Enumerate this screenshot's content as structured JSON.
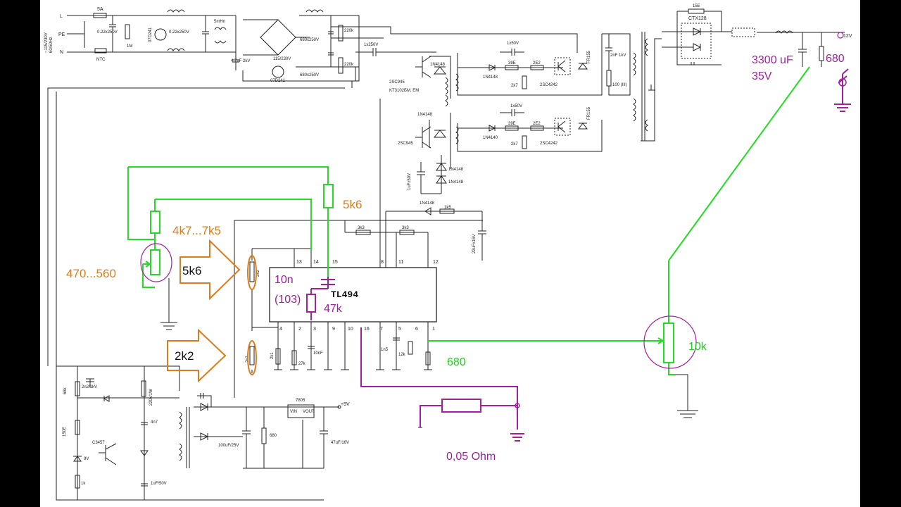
{
  "mains": {
    "label_l": "L",
    "label_pe": "PE",
    "label_n": "N",
    "voltage": "~115/230V",
    "freq": "60/50Hz",
    "fuse": "5A",
    "cap1": "0.22x250V",
    "r1m": "1M",
    "ntc": "NTC",
    "varistor": "07D241",
    "cap2": "0.22x250V",
    "choke": "5mHn",
    "cap_y": "4.7nF 2kV",
    "bulk_cap_top": "680x250V",
    "bulk_cap_bot": "680x250V",
    "r_top": "220k",
    "r_bot": "220k",
    "switch_label": "115/230V",
    "varistor2": "07D241",
    "cap_coupling": "1x250V"
  },
  "driver": {
    "transistor": "2SC945",
    "transistor_alt": "KT3102БМ, ЕМ",
    "diode_a": "1N4148",
    "diode_b": "1N4148",
    "transistor2": "2SC945",
    "cap": "1uFx50V",
    "diode_c": "1N4148",
    "diode_d": "1N4148",
    "diode_e": "1N4148",
    "r_1k5": "1k5",
    "cap_22": "22uFx16V"
  },
  "power_stage": {
    "cap_1x50_top": "1x50V",
    "r39_top": "39E",
    "r2e2_top": "2E2",
    "r2k7_top": "2k7",
    "d_top": "1N4148",
    "q_top": "2SC4242",
    "fr_top": "FR155",
    "cap_1x50_bot": "1x50V",
    "r39_bot": "39E",
    "r2e2_bot": "2E2",
    "r2k7_bot": "2k7",
    "d_bot": "1N4140",
    "q_bot": "2SC4242",
    "fr_bot": "FR155",
    "snubber_c": "2nF 1kV",
    "snubber_r": "100 (III)"
  },
  "output": {
    "r15e": "15E",
    "diode_pack": "CTX128",
    "vout": "12V"
  },
  "controller": {
    "ic": "TL494",
    "pins_top": [
      "13",
      "14",
      "15",
      "8",
      "11",
      "12"
    ],
    "pins_bottom": [
      "4",
      "2",
      "3",
      "9",
      "10",
      "16",
      "7",
      "5",
      "6",
      "1"
    ],
    "r3k3_a": "3k3",
    "r3k3_b": "3k3",
    "r2k2_a": "2k2",
    "r2k2_b": "2k2",
    "r2k1": "2k1",
    "r27k": "27k",
    "c10nf": "10nF",
    "c1n5": "1n5",
    "r12k": "12k"
  },
  "standby": {
    "r68k": "68k",
    "c2n2": "2n2/1kV",
    "r220k": "220k/1W",
    "r150e": "150E",
    "c4n7": "4n7",
    "q": "C3457",
    "zener": "9V",
    "r1k": "1k",
    "c1uf": "1uF/50V",
    "c100uf": "100uF/25V",
    "r680": "680",
    "reg": "7805",
    "reg_vin": "VIN",
    "reg_vout": "VOUT",
    "c47uf": "47uF/16V",
    "v5": "+5V"
  },
  "annotations": {
    "r5k6_top": "5k6",
    "r4k7": "4k7...7k5",
    "r470": "470...560",
    "arrow_5k6": "5k6",
    "arrow_2k2": "2k2",
    "c10n": "10n",
    "c103": "(103)",
    "r47k": "47k",
    "r680_out": "680",
    "pot10k": "10k",
    "cap3300": "3300 uF",
    "v35": "35V",
    "r680_right": "680",
    "shunt": "0,05 Ohm"
  },
  "colors": {
    "green": "#22dd22",
    "purple": "#a020a0",
    "orange": "#e07a1a",
    "ink": "#222222"
  }
}
